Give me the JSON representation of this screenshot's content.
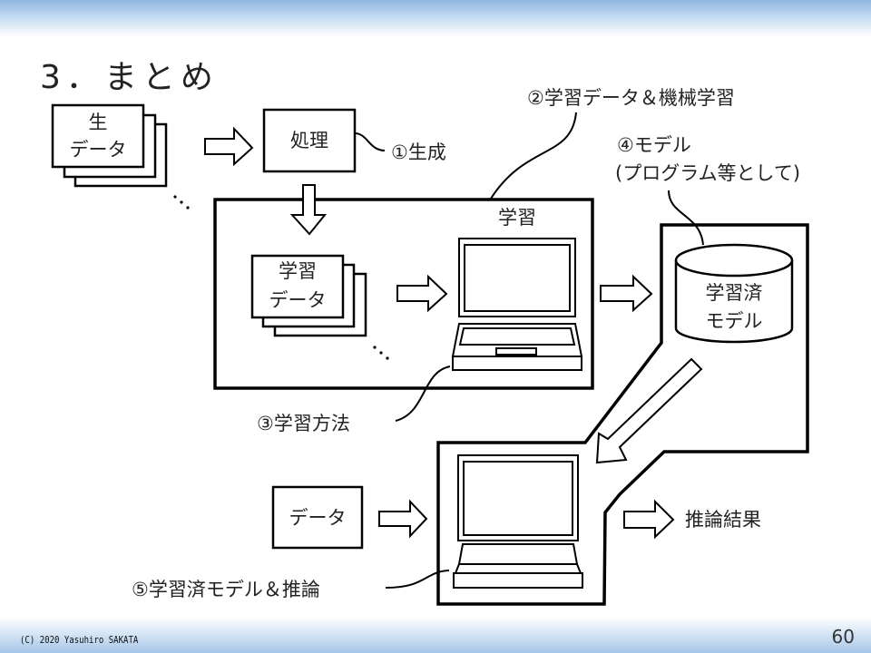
{
  "slide": {
    "title": "3．まとめ",
    "page_number": "60",
    "copyright": "(C) 2020 Yasuhiro SAKATA",
    "header_color": "#8fb6e0"
  },
  "diagram": {
    "raw_data": {
      "line1": "生",
      "line2": "データ"
    },
    "process_box": "処理",
    "callout_1": "①生成",
    "callout_2": "②学習データ＆機械学習",
    "callout_3": "③学習方法",
    "callout_4_line1": "④モデル",
    "callout_4_line2": "(プログラム等として)",
    "callout_5": "⑤学習済モデル＆推論",
    "learning_label": "学習",
    "learning_data": {
      "line1": "学習",
      "line2": "データ"
    },
    "trained_model": {
      "line1": "学習済",
      "line2": "モデル"
    },
    "input_data": "データ",
    "inference_result": "推論結果",
    "ellipsis": "…"
  }
}
